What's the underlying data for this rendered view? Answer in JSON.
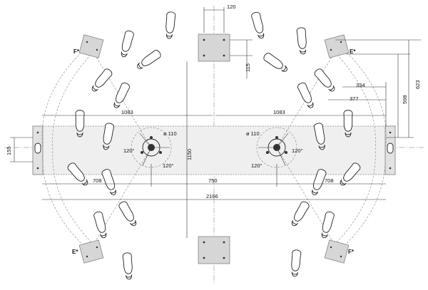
{
  "labels": {
    "F_top_left": "F*",
    "E_top_right": "E*",
    "E_bottom_left": "E*",
    "F_bottom_right": "F*"
  },
  "dimensions": {
    "top_plate_width": "120",
    "top_plate_offset": "115",
    "right_598": "598",
    "right_623": "623",
    "right_334": "334",
    "right_377": "377",
    "left_half": "1083",
    "right_half": "1083",
    "left_end_height": "155",
    "vertical_span": "1150",
    "left_dia": "ø 110",
    "right_dia": "ø 110",
    "left_angle_a": "120°",
    "left_angle_b": "120°",
    "right_angle_a": "120°",
    "right_angle_b": "120°",
    "left_708": "708",
    "center_750": "750",
    "right_708": "708",
    "total_2166": "2166"
  },
  "colors": {
    "line": "#333333",
    "plate": "#d6d6d6",
    "beam": "#efefef"
  }
}
